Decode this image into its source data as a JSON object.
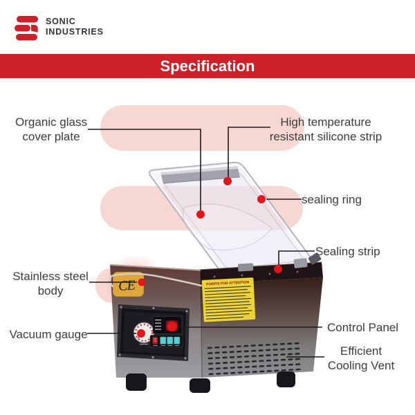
{
  "brand": {
    "line1": "SONIC",
    "line2": "INDUSTRIES"
  },
  "banner": {
    "title": "Specification"
  },
  "product": {
    "warning_label_title": "POINTS FOR ATTENTION",
    "ce_mark": "CE"
  },
  "callouts": {
    "cover_plate": "Organic glass cover plate",
    "silicone_strip": "High temperature resistant silicone strip",
    "sealing_ring": "sealing ring",
    "sealing_strip": "Sealing strip",
    "steel_body": "Stainless steel body",
    "vacuum_gauge": "Vacuum gauge",
    "control_panel": "Control Panel",
    "cooling_vent": "Efficient Cooling Vent"
  },
  "colors": {
    "accent_red": "#ce2029",
    "callout_dot": "#e0161d",
    "blob_pink": "#f7d7d2",
    "label_text": "#3c3c3c"
  }
}
